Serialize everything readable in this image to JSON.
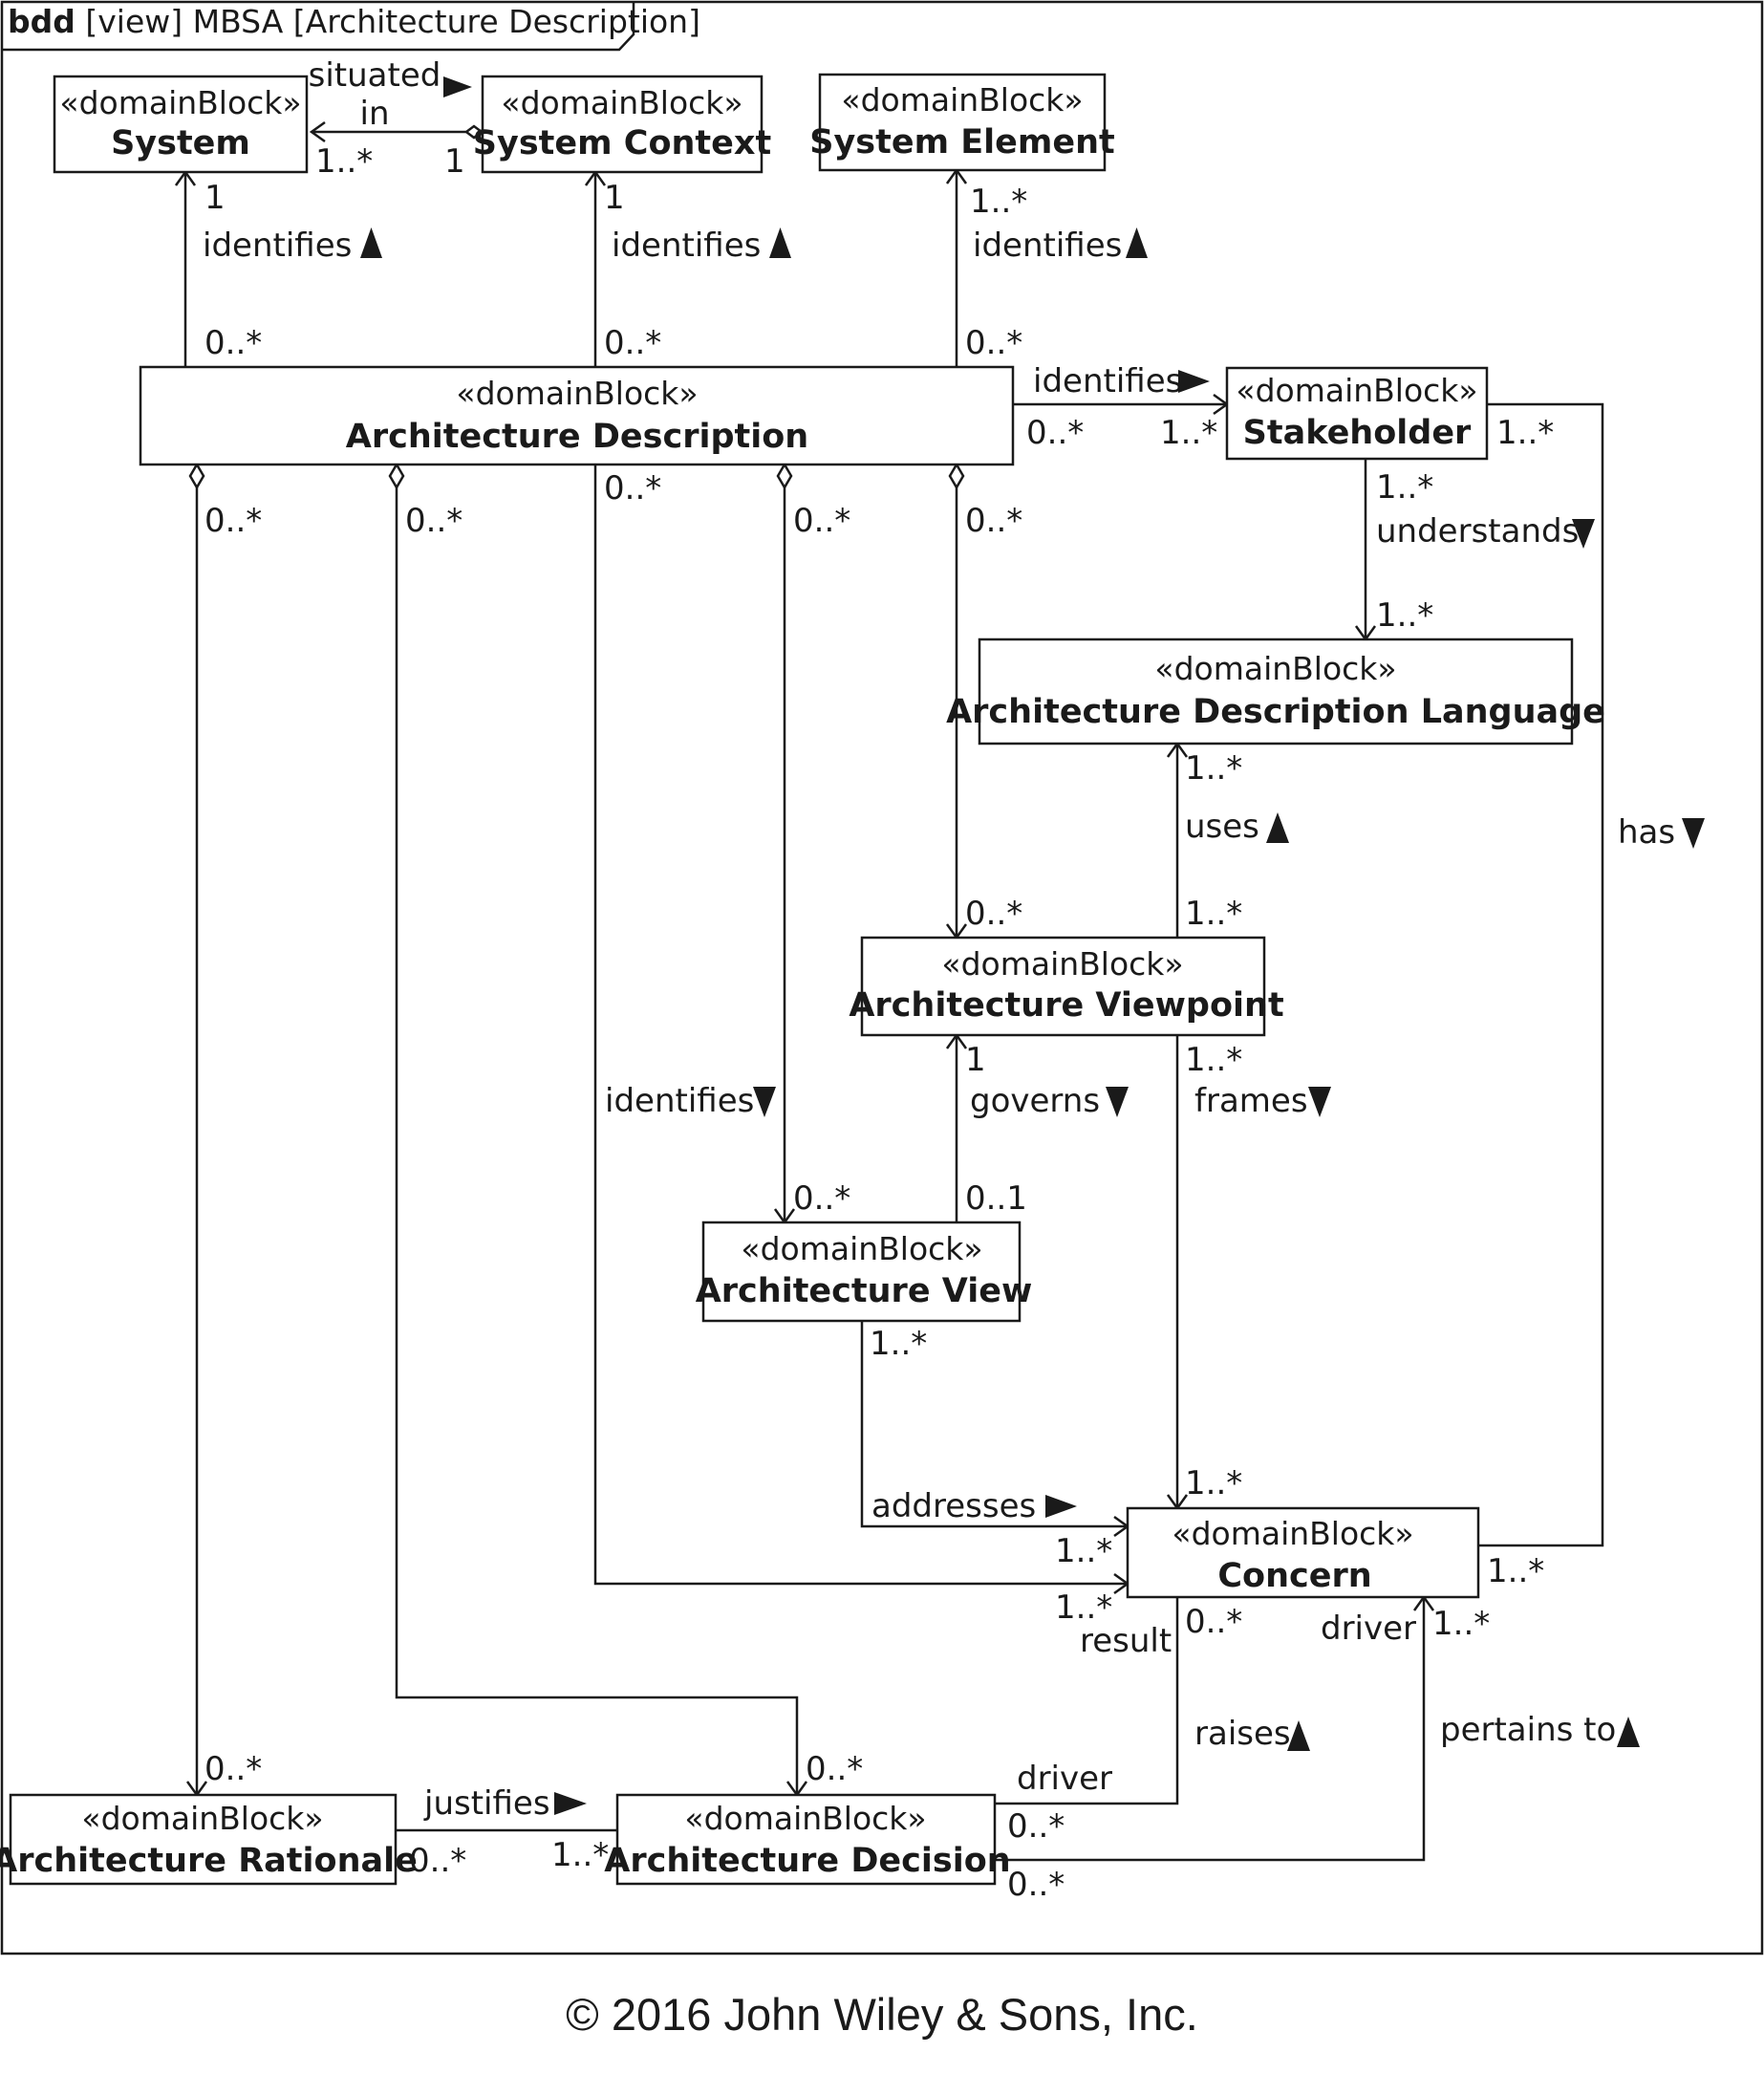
{
  "frame": {
    "keyword": "bdd",
    "title": "[view] MBSA [Architecture Description]"
  },
  "stereotype": "«domainBlock»",
  "blocks": {
    "system": "System",
    "system_context": "System Context",
    "system_element": "System Element",
    "architecture_description": "Architecture Description",
    "stakeholder": "Stakeholder",
    "adl": "Architecture Description Language",
    "architecture_viewpoint": "Architecture Viewpoint",
    "architecture_view": "Architecture View",
    "concern": "Concern",
    "architecture_rationale": "Architecture Rationale",
    "architecture_decision": "Architecture Decision"
  },
  "labels": {
    "situated_in_1": "situated",
    "situated_in_2": "in",
    "identifies": "identifies",
    "understands": "understands",
    "uses": "uses",
    "has": "has",
    "governs": "governs",
    "frames": "frames",
    "addresses": "addresses",
    "raises": "raises",
    "pertains_to": "pertains to",
    "justifies": "justifies",
    "result": "result",
    "driver": "driver"
  },
  "multiplicities": {
    "one": "1",
    "one_many": "1..*",
    "zero_many": "0..*",
    "zero_one": "0..1"
  },
  "copyright": "© 2016 John Wiley & Sons, Inc."
}
